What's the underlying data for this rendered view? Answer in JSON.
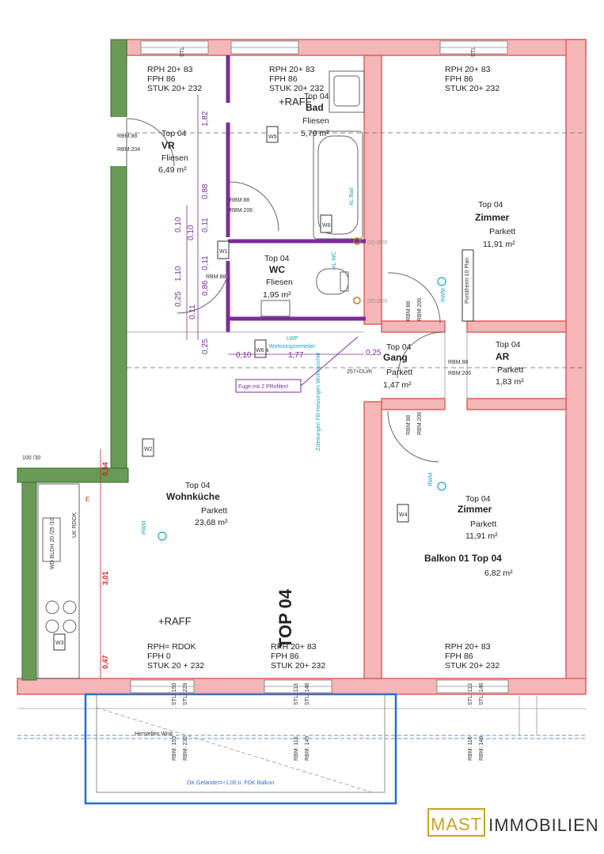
{
  "brand": {
    "mast": "MAST",
    "immobilien": "IMMOBILIEN",
    "accent": "#c9a227"
  },
  "colors": {
    "wall_fill": "#f4b6b6",
    "wall_stroke": "#e06060",
    "partition": "#7a2d9a",
    "green_wall": "#6a9a55",
    "balcony_line": "#2a6ad0"
  },
  "rooms": {
    "bad": {
      "top": "Top 04",
      "name": "Bad",
      "floor": "Fliesen",
      "area": "5,79 m²"
    },
    "vr": {
      "top": "Top 04",
      "name": "VR",
      "floor": "Fliesen",
      "area": "6,49 m²"
    },
    "wc": {
      "top": "Top 04",
      "name": "WC",
      "floor": "Fliesen",
      "area": "1,95 m²"
    },
    "zimmer1": {
      "top": "Top 04",
      "name": "Zimmer",
      "floor": "Parkett",
      "area": "11,91 m²"
    },
    "gang": {
      "top": "Top 04",
      "name": "Gang",
      "floor": "Parkett",
      "area": "1,47 m²"
    },
    "ar": {
      "top": "Top 04",
      "name": "AR",
      "floor": "Parkett",
      "area": "1,83 m²"
    },
    "wohnkueche": {
      "top": "Top 04",
      "name": "Wohnküche",
      "floor": "Parkett",
      "area": "23,68 m²"
    },
    "zimmer2": {
      "top": "Top 04",
      "name": "Zimmer",
      "floor": "Parkett",
      "area": "11,91 m²"
    },
    "balkon": {
      "name": "Balkon 01 Top 04",
      "area": "6,82 m²"
    }
  },
  "notes": {
    "rph_tl_1": "RPH  20+ 83",
    "fph_tl": "FPH 86",
    "stuk_tl": "STUK 20+ 232",
    "rph_tm_1": "RPH  20+ 83",
    "fph_tm": "FPH 86",
    "stuk_tm": "STUK 20+ 232",
    "rph_tr_1": "RPH  20+ 83",
    "fph_tr": "FPH 86",
    "stuk_tr": "STUK 20+ 232",
    "rph_bl": "RPH= RDOK",
    "fph_bl": "FPH 0",
    "stuk_bl": "STUK 20 + 232",
    "rph_bm": "RPH  20+ 83",
    "fph_bm": "FPH 86",
    "stuk_bm": "STUK 20+ 232",
    "rph_br": "RPH  20+ 83",
    "fph_br": "FPH 86",
    "stuk_br": "STUK 20+ 232",
    "raff_top": "+RAFF",
    "raff_bottom": "+RAFF",
    "top04_big": "TOP 04",
    "fuge": "Fuge mit 2 PRofilen!",
    "lwp": "LWP",
    "wohnungsverteiler": "Wohnungsverteiler",
    "zuleitung": "Zuleitungen FB-Heizungen Wohnkocher",
    "dd1": "DD Ø20",
    "dd2": "DD Ø20",
    "rbm88a": "RBM:88",
    "rbm204": "RBM:204",
    "rbm88b": "RBM:88",
    "rbm206a": "RBM:206",
    "rbm88c": "RBM:88",
    "rbm88d": "RBM:88",
    "rbm206b": "RBM:206",
    "rbm_v1": "RBM:88",
    "rbm_v2": "RBM:206",
    "rbm_v3": "RBM:88",
    "rbm_v4": "RBM:206",
    "rbm_b1": "RBM: 153",
    "rbm_b2": "RBM: 232",
    "rbm_b3": "RBM: 116",
    "rbm_b4": "RBM: 149",
    "rbm_b5": "RBM: 116",
    "rbm_b6": "RBM: 149",
    "stl_t1": "STL",
    "stl_t2": "STL",
    "stl_b1": "STL: 150",
    "stl_b2": "STL: 229",
    "stl_b3": "STL: 113",
    "stl_b4": "STL: 146",
    "stl_b5": "STL: 113",
    "stl_b6": "STL: 146",
    "w1": "W1",
    "w2": "W2",
    "w3": "W3",
    "w4": "W4",
    "w5": "W5",
    "w6": "W6",
    "w6a": "W6 a",
    "al_bad": "AL Bad",
    "al_wc": "AL WC",
    "porotherm": "Porotherm 10 Plan",
    "ok_gelaender": "OK Geländer=+1,00 ü. FOK Balkon",
    "herstellen": "Herstellen Wrat",
    "label_257": "257+DU/K",
    "label_100_30": "100 /30",
    "uk_rdok": "UK RDOK",
    "wd_bldh": "WD BLDH 20 /25 /10",
    "rwm1": "RWM",
    "rwm2": "RWM",
    "rwm3": "RWM",
    "e1": "E"
  },
  "dims": {
    "d1825": "1,82",
    "d088": "0,88",
    "d010a": "0,10",
    "d011a": "0,11",
    "d010b": "0,10",
    "d110": "1,10",
    "d011b": "0,11",
    "d086": "0,86",
    "d025a": "0,25",
    "d011c": "0,11",
    "d025b": "0,25",
    "d010c": "0,10",
    "d177": "1,77",
    "d025c": "0,25",
    "d054": "0,54",
    "d301": "3,01",
    "d047": "0,47"
  }
}
